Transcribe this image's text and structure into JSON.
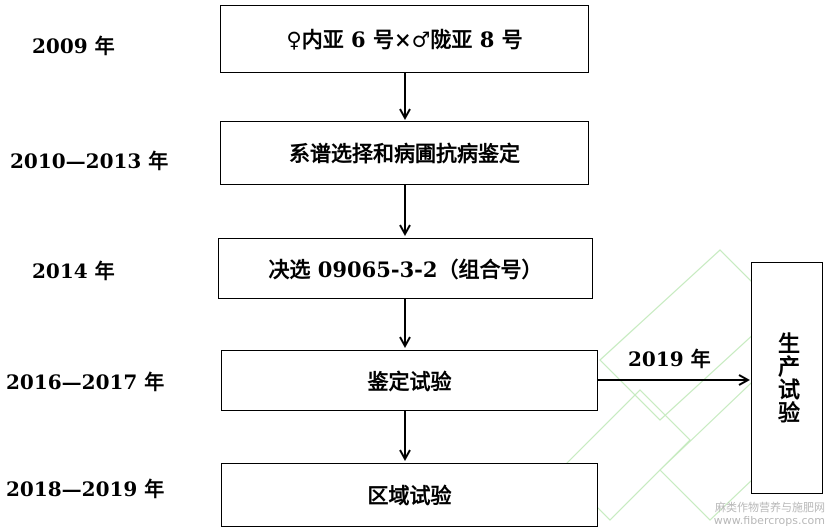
{
  "years": [
    "2009 年",
    "2010—2013 年",
    "2014 年",
    "2016—2017 年",
    "2018—2019 年"
  ],
  "steps": [
    "♀内亚 6 号×♂陇亚 8 号",
    "系谱选择和病圃抗病鉴定",
    "决选 09065-3-2（组合号）",
    "鉴定试验",
    "区域试验"
  ],
  "side_box": "生产试验",
  "side_arrow_label": "2019 年",
  "watermark": [
    "麻类作物营养与施肥网",
    "www.fibercrops.com"
  ]
}
